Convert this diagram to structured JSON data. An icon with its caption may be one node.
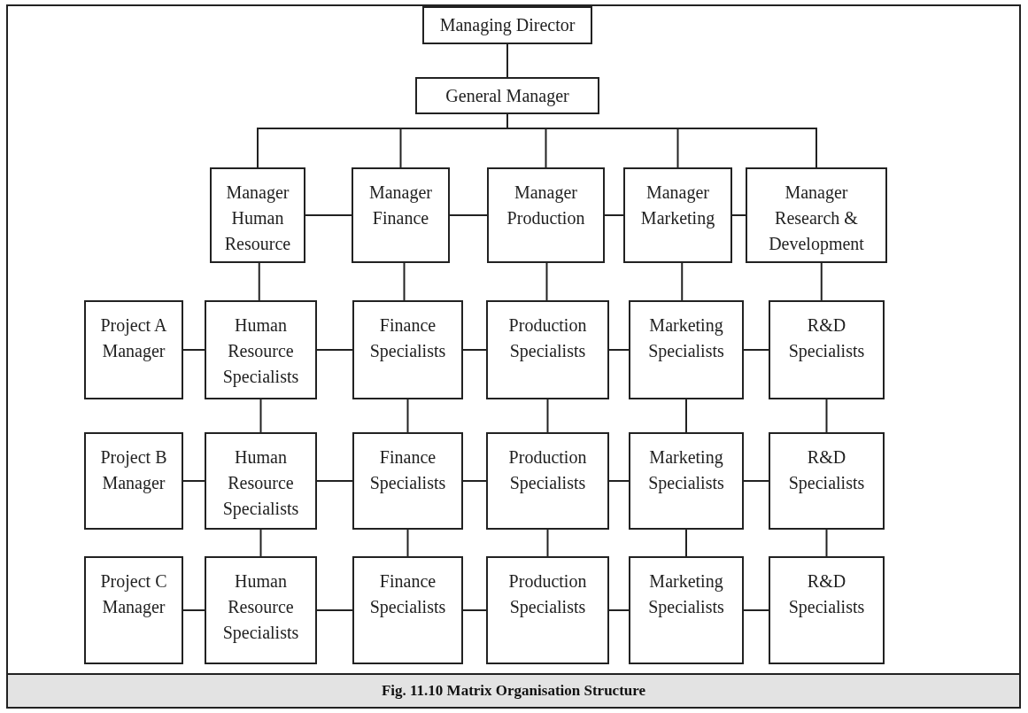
{
  "diagram": {
    "caption": "Fig. 11.10 Matrix Organisation Structure",
    "nodes": [
      {
        "text": [
          "Managing Director"
        ]
      },
      {
        "text": [
          "General Manager"
        ]
      },
      {
        "text": [
          "Manager Human Resource"
        ]
      },
      {
        "text": [
          "Manager Finance"
        ]
      },
      {
        "text": [
          "Manager Production"
        ]
      },
      {
        "text": [
          "Manager Marketing"
        ]
      },
      {
        "text": [
          "Manager Research & Development"
        ]
      },
      {
        "text": [
          "Project A Manager"
        ]
      },
      {
        "text": [
          "Human Resource Specialists"
        ]
      },
      {
        "text": [
          "Finance Specialists"
        ]
      },
      {
        "text": [
          "Production Specialists"
        ]
      },
      {
        "text": [
          "Marketing Specialists"
        ]
      },
      {
        "text": [
          "R&D Specialists"
        ]
      },
      {
        "text": [
          "Project B Manager"
        ]
      },
      {
        "text": [
          "Human Resource Specialists"
        ]
      },
      {
        "text": [
          "Finance Specialists"
        ]
      },
      {
        "text": [
          "Production Specialists"
        ]
      },
      {
        "text": [
          "Marketing Specialists"
        ]
      },
      {
        "text": [
          "R&D Specialists"
        ]
      },
      {
        "text": [
          "Project C Manager"
        ]
      },
      {
        "text": [
          "Human Resource Specialists"
        ]
      },
      {
        "text": [
          "Finance Specialists"
        ]
      },
      {
        "text": [
          "Production Specialists"
        ]
      },
      {
        "text": [
          "Marketing Specialists"
        ]
      },
      {
        "text": [
          "R&D Specialists"
        ]
      }
    ],
    "edges": [
      {
        "from": 0,
        "to": 1,
        "arrow": "none"
      },
      {
        "from": 1,
        "to": 2,
        "arrow": "none"
      },
      {
        "from": 1,
        "to": 3,
        "arrow": "none"
      },
      {
        "from": 1,
        "to": 4,
        "arrow": "none"
      },
      {
        "from": 1,
        "to": 5,
        "arrow": "none"
      },
      {
        "from": 1,
        "to": 6,
        "arrow": "none"
      },
      {
        "from": 2,
        "to": 3,
        "arrow": "none"
      },
      {
        "from": 3,
        "to": 4,
        "arrow": "none"
      },
      {
        "from": 4,
        "to": 5,
        "arrow": "none"
      },
      {
        "from": 5,
        "to": 6,
        "arrow": "none"
      },
      {
        "from": 2,
        "to": 8,
        "arrow": "none"
      },
      {
        "from": 3,
        "to": 9,
        "arrow": "none"
      },
      {
        "from": 4,
        "to": 10,
        "arrow": "none"
      },
      {
        "from": 5,
        "to": 11,
        "arrow": "none"
      },
      {
        "from": 6,
        "to": 12,
        "arrow": "none"
      },
      {
        "from": 7,
        "to": 8,
        "arrow": "none"
      },
      {
        "from": 8,
        "to": 9,
        "arrow": "none"
      },
      {
        "from": 9,
        "to": 10,
        "arrow": "none"
      },
      {
        "from": 10,
        "to": 11,
        "arrow": "none"
      },
      {
        "from": 11,
        "to": 12,
        "arrow": "none"
      },
      {
        "from": 8,
        "to": 14,
        "arrow": "none"
      },
      {
        "from": 9,
        "to": 15,
        "arrow": "none"
      },
      {
        "from": 10,
        "to": 16,
        "arrow": "none"
      },
      {
        "from": 11,
        "to": 17,
        "arrow": "none"
      },
      {
        "from": 12,
        "to": 18,
        "arrow": "none"
      },
      {
        "from": 13,
        "to": 14,
        "arrow": "none"
      },
      {
        "from": 14,
        "to": 15,
        "arrow": "none"
      },
      {
        "from": 15,
        "to": 16,
        "arrow": "none"
      },
      {
        "from": 16,
        "to": 17,
        "arrow": "none"
      },
      {
        "from": 17,
        "to": 18,
        "arrow": "none"
      },
      {
        "from": 14,
        "to": 20,
        "arrow": "none"
      },
      {
        "from": 15,
        "to": 21,
        "arrow": "none"
      },
      {
        "from": 16,
        "to": 22,
        "arrow": "none"
      },
      {
        "from": 17,
        "to": 23,
        "arrow": "none"
      },
      {
        "from": 18,
        "to": 24,
        "arrow": "none"
      },
      {
        "from": 19,
        "to": 20,
        "arrow": "none"
      },
      {
        "from": 20,
        "to": 21,
        "arrow": "none"
      },
      {
        "from": 21,
        "to": 22,
        "arrow": "none"
      },
      {
        "from": 22,
        "to": 23,
        "arrow": "none"
      },
      {
        "from": 23,
        "to": 24,
        "arrow": "none"
      }
    ]
  }
}
